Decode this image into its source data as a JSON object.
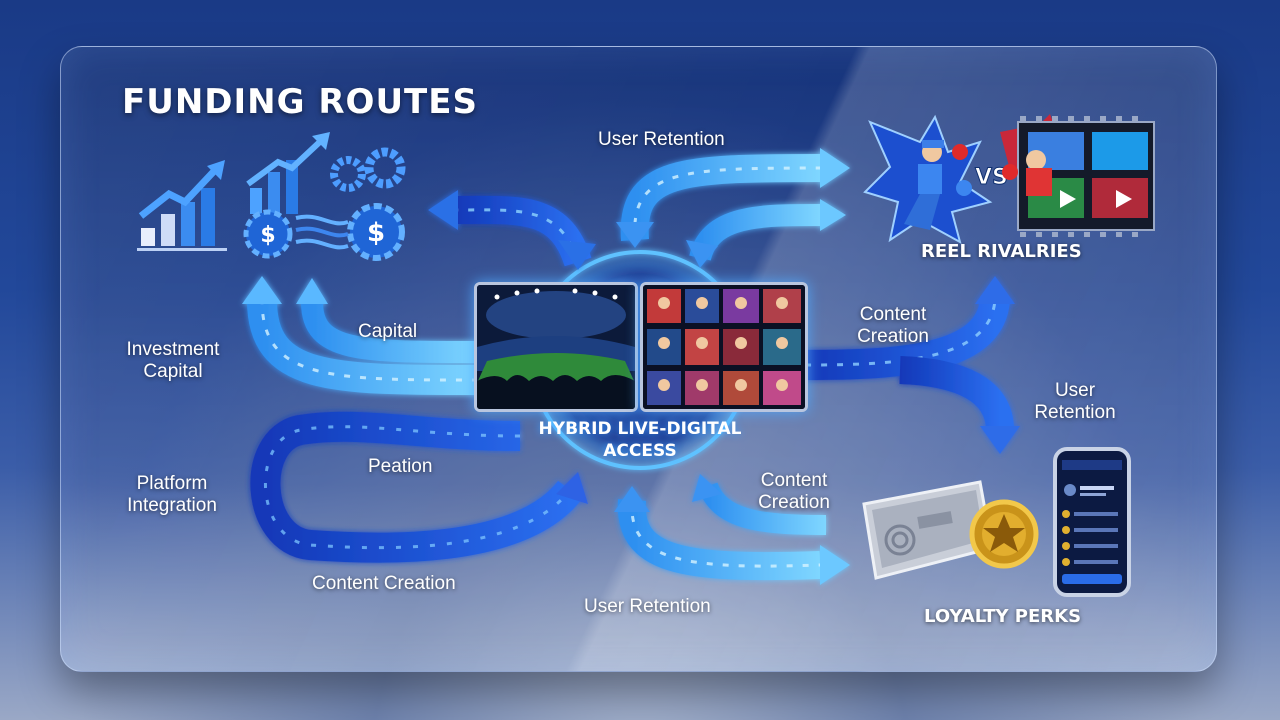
{
  "title": "FUNDING ROUTES",
  "hub": {
    "label_line1": "HYBRID LIVE-DIGITAL",
    "label_line2": "ACCESS"
  },
  "labels": {
    "user_retention_top": "User Retention",
    "reel_rivalries": "REEL RIVALRIES",
    "capital": "Capital",
    "investment_capital_line1": "Investment",
    "investment_capital_line2": "Capital",
    "content_creation_right_line1": "Content",
    "content_creation_right_line2": "Creation",
    "user_retention_right_line1": "User",
    "user_retention_right_line2": "Retention",
    "peation": "Peation",
    "platform_integration_line1": "Platform",
    "platform_integration_line2": "Integration",
    "content_creation_lower_line1": "Content",
    "content_creation_lower_line2": "Creation",
    "content_creation_bottom": "Content Creation",
    "user_retention_bottom": "User Retention",
    "loyalty_perks": "LOYALTY PERKS"
  },
  "reel_rivalries": {
    "vs_text": "VS"
  },
  "colors": {
    "flow_light": "#5fc4ff",
    "flow_mid": "#1f7ee8",
    "flow_dark": "#1546c8",
    "hub_glow": "#3ea8ff",
    "title": "#ffffff"
  },
  "icons": {
    "growth_chart": "bar-chart-arrow-icon",
    "finance_gears": "gears-dollar-icon",
    "rivalry": "boxers-vs-icon",
    "film_strip": "film-strip-icon",
    "card": "loyalty-card-icon",
    "coin": "star-coin-icon",
    "phone": "smartphone-app-icon"
  }
}
